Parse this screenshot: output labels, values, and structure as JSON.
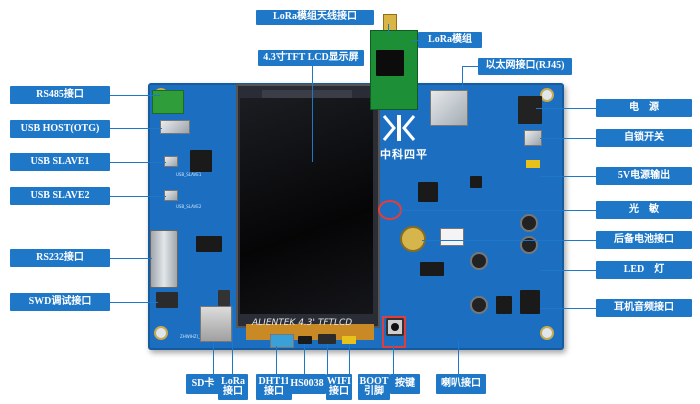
{
  "labels": {
    "lora_antenna": "LoRa模组天线接口",
    "lora_module": "LoRa模组",
    "lcd": "4.3寸TFT LCD显示屏",
    "ethernet": "以太网接口(RJ45)",
    "rs485": "RS485接口",
    "usb_host": "USB HOST(OTG)",
    "usb_slave1": "USB SLAVE1",
    "usb_slave2": "USB SLAVE2",
    "rs232": "RS232接口",
    "swd": "SWD调试接口",
    "power": "电　源",
    "self_lock": "自锁开关",
    "v5_out": "5V电源输出",
    "light_sensor": "光　敏",
    "backup_battery": "后备电池接口",
    "led": "LED　灯",
    "earphone": "耳机音频接口",
    "sd_card": "SD卡",
    "lora_port_1": "LoRa",
    "lora_port_2": "接口",
    "dht11_1": "DHT11",
    "dht11_2": "接口",
    "hs0038": "HS0038",
    "wifi_1": "WIFI",
    "wifi_2": "接口",
    "boot_1": "BOOT",
    "boot_2": "引脚",
    "key": "按键",
    "speaker": "喇叭接口"
  },
  "board": {
    "brand": "中科四平",
    "lcd_silkscreen": "ALIENTEK 4.3' TFTLCD",
    "usb_slave1_silk": "USB_SLAVE1",
    "usb_slave2_silk": "USB_SLAVE2",
    "version": "ZHWIHZI_YTZ_HBVTIR"
  },
  "colors": {
    "label_bg": "#1f78c7",
    "pcb": "#1c6fc0",
    "lora_pcb": "#1d8f36",
    "highlight": "#e23d3d"
  }
}
